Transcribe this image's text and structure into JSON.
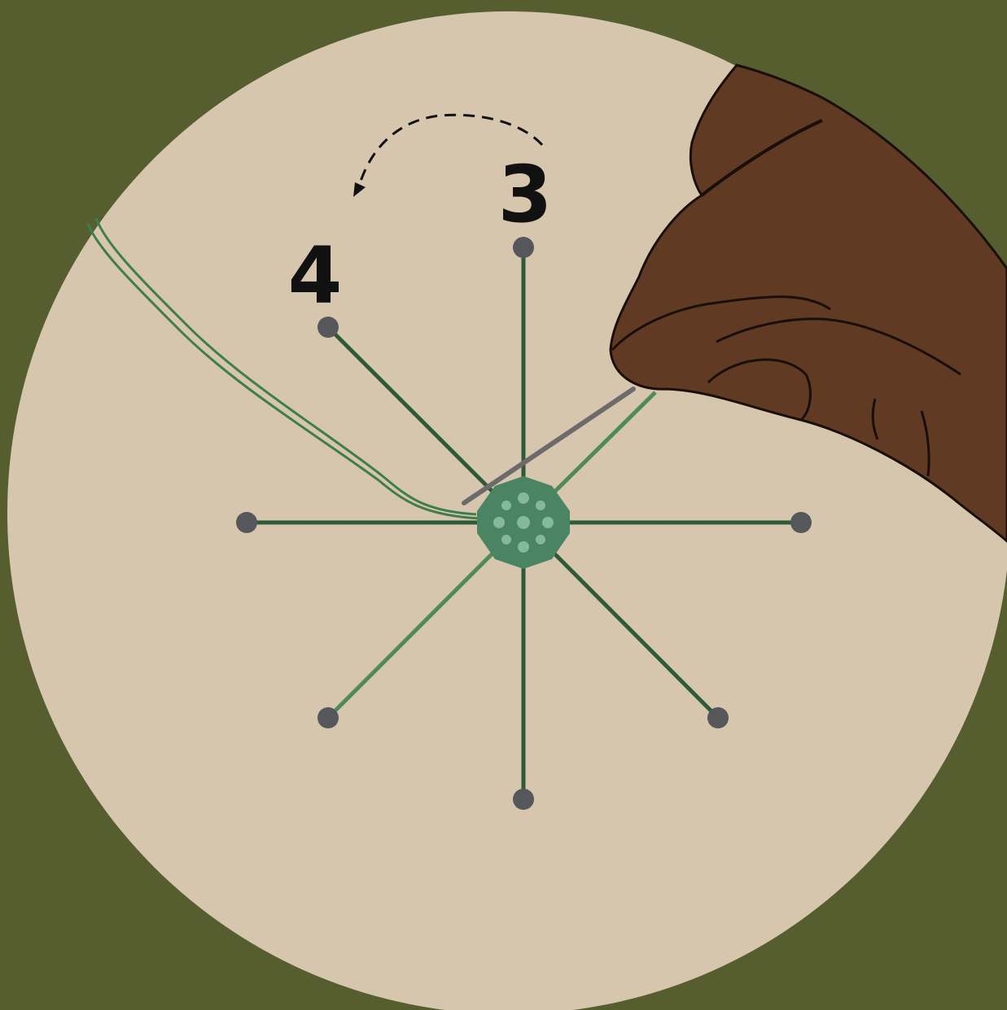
{
  "colors": {
    "background": "#565e2f",
    "disc": "#d7c6ae",
    "spoke_dark": "#2e5a3b",
    "spoke_light": "#4f8a5c",
    "peg": "#55575a",
    "hand": "#613a24",
    "hand_outline": "#1a0f08",
    "needle": "#6b6b6b",
    "center_outer": "#4a8463",
    "center_inner": "#86b89a",
    "thread": "#3f7d50",
    "label": "#111111"
  },
  "diagram": {
    "labels": [
      {
        "id": "step-3",
        "text": "3"
      },
      {
        "id": "step-4",
        "text": "4"
      }
    ],
    "spoke_count": 8,
    "direction_arrow": "counterclockwise",
    "icons": [
      "hand-icon",
      "needle-icon",
      "thread-icon",
      "center-knot-icon"
    ]
  }
}
